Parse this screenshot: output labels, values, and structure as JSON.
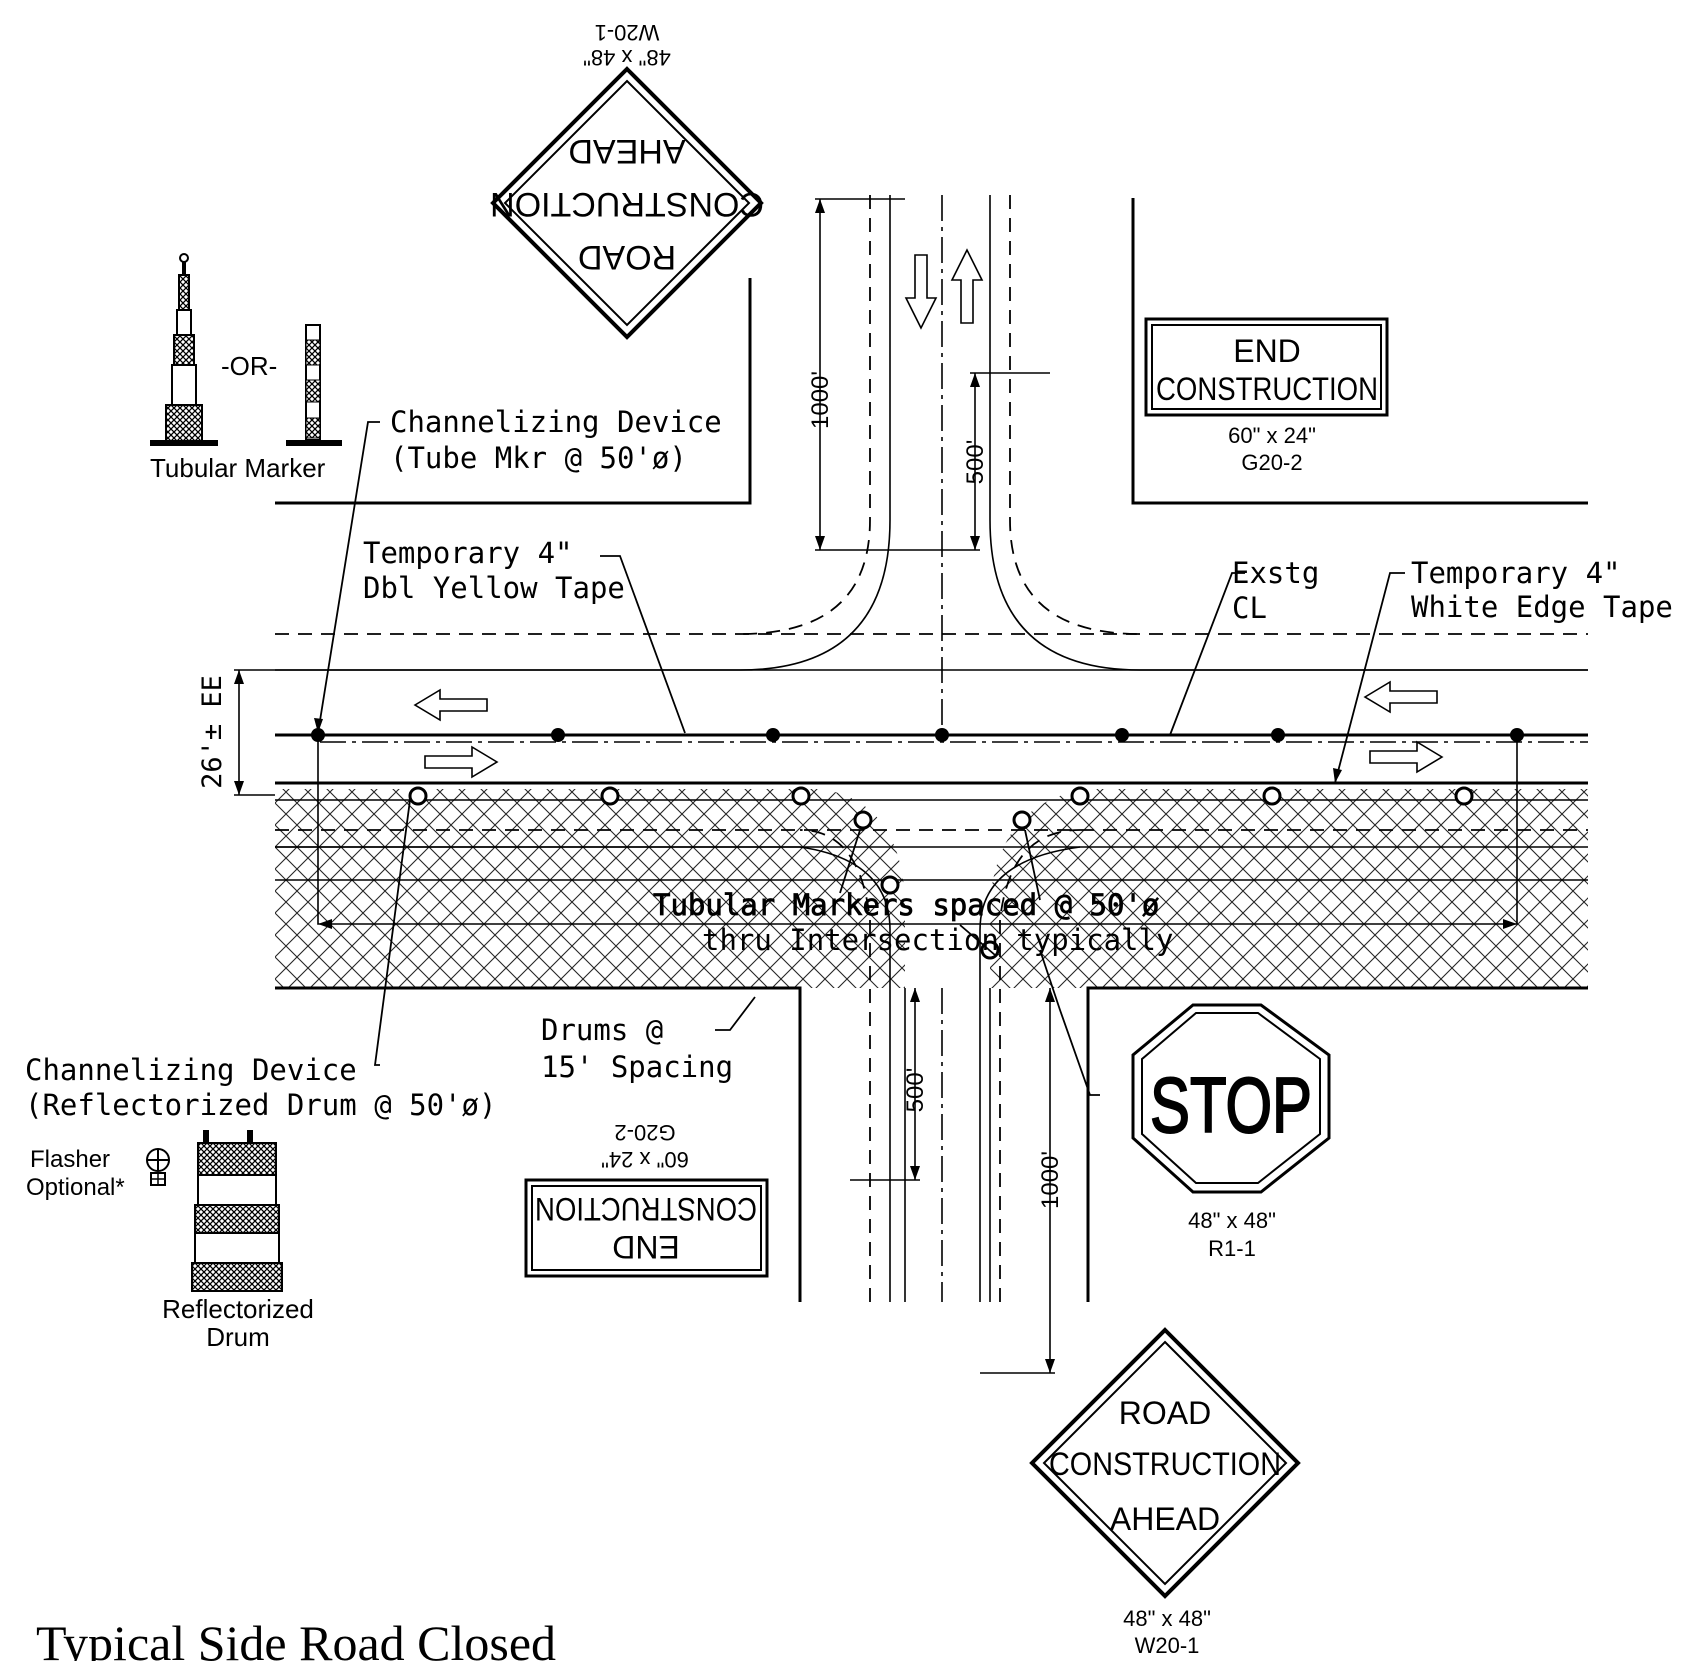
{
  "title": "Typical Side Road Closed",
  "signs": {
    "w20_1_top": {
      "line1": "ROAD",
      "line2": "CONSTRUCTION",
      "line3": "AHEAD",
      "size": "48\" x 48\"",
      "code": "W20-1"
    },
    "w20_1_bottom": {
      "line1": "ROAD",
      "line2": "CONSTRUCTION",
      "line3": "AHEAD",
      "size": "48\" x 48\"",
      "code": "W20-1"
    },
    "g20_2_top": {
      "line1": "END",
      "line2": "CONSTRUCTION",
      "size": "60\" x 24\"",
      "code": "G20-2"
    },
    "g20_2_bottom": {
      "line1": "END",
      "line2": "CONSTRUCTION",
      "size": "60\" x 24\"",
      "code": "G20-2"
    },
    "stop": {
      "text": "STOP",
      "size": "48\" x 48\"",
      "code": "R1-1"
    }
  },
  "legend": {
    "or_text": "-OR-",
    "tubular_marker": "Tubular Marker",
    "flasher": "Flasher",
    "optional": "Optional*",
    "drum_line1": "Reflectorized",
    "drum_line2": "Drum"
  },
  "callouts": {
    "chan_tube_1": "Channelizing Device",
    "chan_tube_2": "(Tube Mkr @ 50'ø)",
    "dbl_yellow_1": "Temporary 4\"",
    "dbl_yellow_2": "Dbl Yellow Tape",
    "exstg_1": "Exstg",
    "exstg_2": "CL",
    "white_edge_1": "Temporary 4\"",
    "white_edge_2": "White Edge Tape",
    "tubular_spaced_1": "Tubular Markers spaced @ 50'ø",
    "tubular_spaced_2": "thru Intersection typically",
    "drums_1": "Drums @",
    "drums_2": "15' Spacing",
    "chan_drum_1": "Channelizing Device",
    "chan_drum_2": "(Reflectorized Drum @ 50'ø)"
  },
  "dimensions": {
    "top_long": "1000'",
    "top_short": "500'",
    "bottom_short": "500'",
    "bottom_long": "1000'",
    "width": "26'± EE"
  }
}
